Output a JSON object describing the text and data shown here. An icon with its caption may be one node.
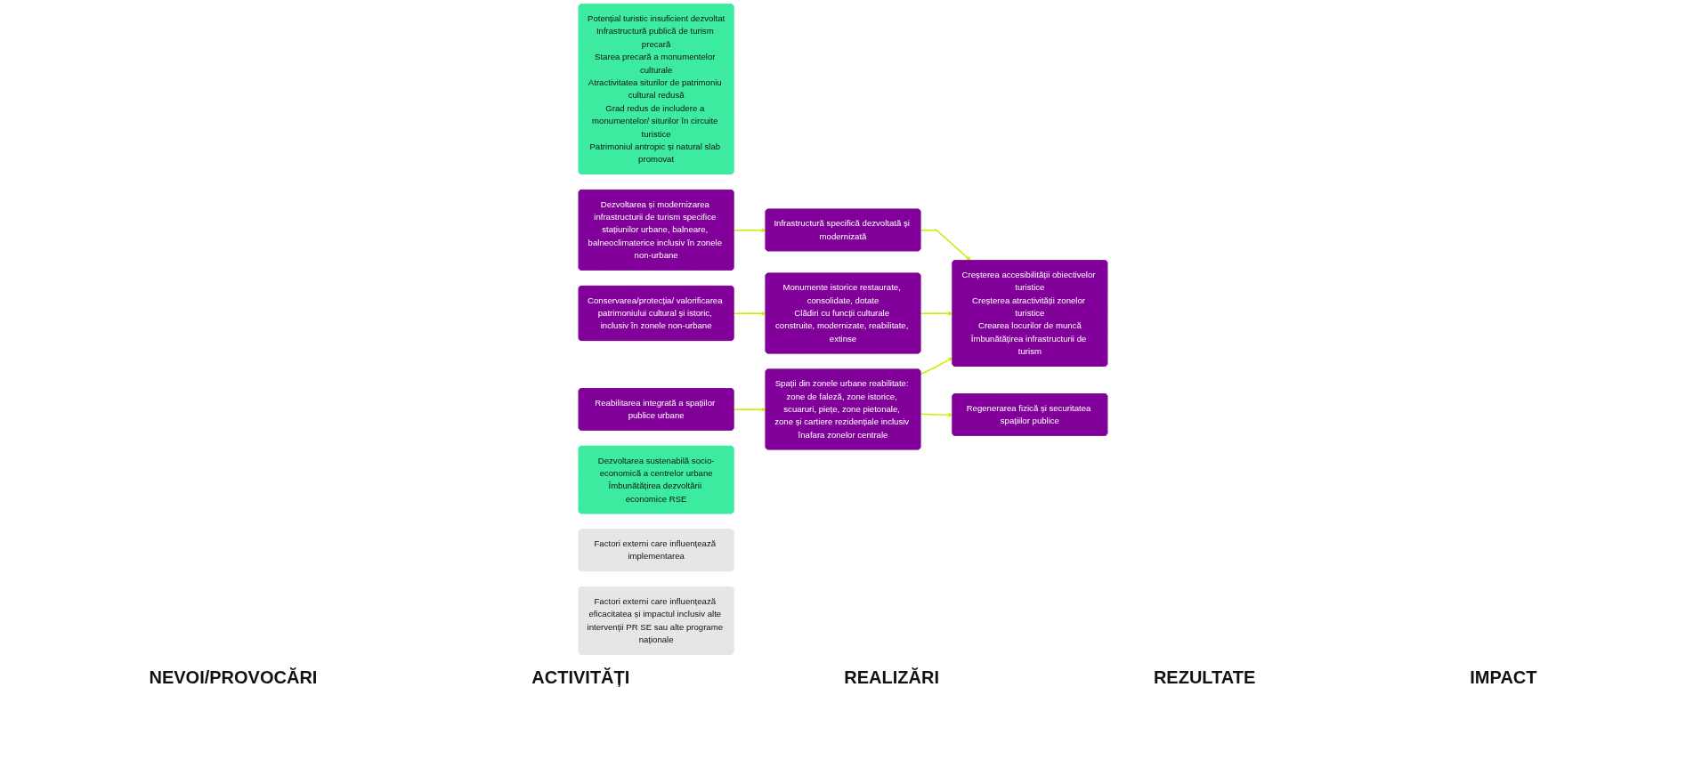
{
  "diagram": {
    "nodes": [
      {
        "text": [
          "Potențial turistic insuficient dezvoltat",
          "Infrastructură publică de turism precară",
          "Starea precară a monumentelor culturale",
          "Atractivitatea siturilor de patrimoniu cultural redusă",
          "Grad redus de includere a monumentelor/ siturilor în circuite turistice",
          "Patrimoniul antropic și natural slab promovat"
        ]
      },
      {
        "text": [
          "Dezvoltarea și modernizarea infrastructurii de turism specifice stațiunilor urbane, balneare, balneoclimaterice inclusiv în zonele non-urbane"
        ]
      },
      {
        "text": [
          "Conservarea/protecția/ valorificarea patrimoniului cultural și istoric, inclusiv în zonele non-urbane"
        ]
      },
      {
        "text": [
          "Reabilitarea integrată a spațiilor publice urbane"
        ]
      },
      {
        "text": [
          "Infrastructură specifică dezvoltată și modernizată"
        ]
      },
      {
        "text": [
          "Monumente istorice restaurate, consolidate, dotate",
          "Clădiri cu funcții culturale construite, modernizate, reabilitate, extinse"
        ]
      },
      {
        "text": [
          "Spații din zonele urbane reabilitate: zone de faleză, zone istorice, scuaruri, piețe, zone pietonale, zone și cartiere rezidențiale inclusiv înafara zonelor centrale"
        ]
      },
      {
        "text": [
          "Creșterea accesibilității obiectivelor turistice",
          "Creșterea atractivității zonelor turistice",
          "Crearea locurilor de muncă",
          "Îmbunătățirea infrastructurii de turism"
        ]
      },
      {
        "text": [
          "Regenerarea fizică și securitatea spațiilor publice"
        ]
      },
      {
        "text": [
          "Dezvoltarea sustenabilă socio-economică a centrelor urbane",
          "Îmbunătățirea dezvoltării economice RSE"
        ]
      },
      {
        "text": [
          "Factori externi care influențează implementarea"
        ]
      },
      {
        "text": [
          "Factori externi care influențează eficacitatea și impactul inclusiv alte intervenții PR SE sau alte programe naționale"
        ]
      }
    ],
    "edges": [
      {
        "from": 1,
        "to": 4,
        "arrow": "to"
      },
      {
        "from": 2,
        "to": 5,
        "arrow": "to"
      },
      {
        "from": 3,
        "to": 6,
        "arrow": "to"
      },
      {
        "from": 4,
        "to": 7,
        "arrow": "to"
      },
      {
        "from": 5,
        "to": 7,
        "arrow": "to"
      },
      {
        "from": 6,
        "to": 7,
        "arrow": "to"
      },
      {
        "from": 6,
        "to": 8,
        "arrow": "to"
      }
    ],
    "labels": [
      "NEVOI/PROVOCĂRI",
      "ACTIVITĂȚI",
      "REALIZĂRI",
      "REZULTATE",
      "IMPACT"
    ]
  }
}
